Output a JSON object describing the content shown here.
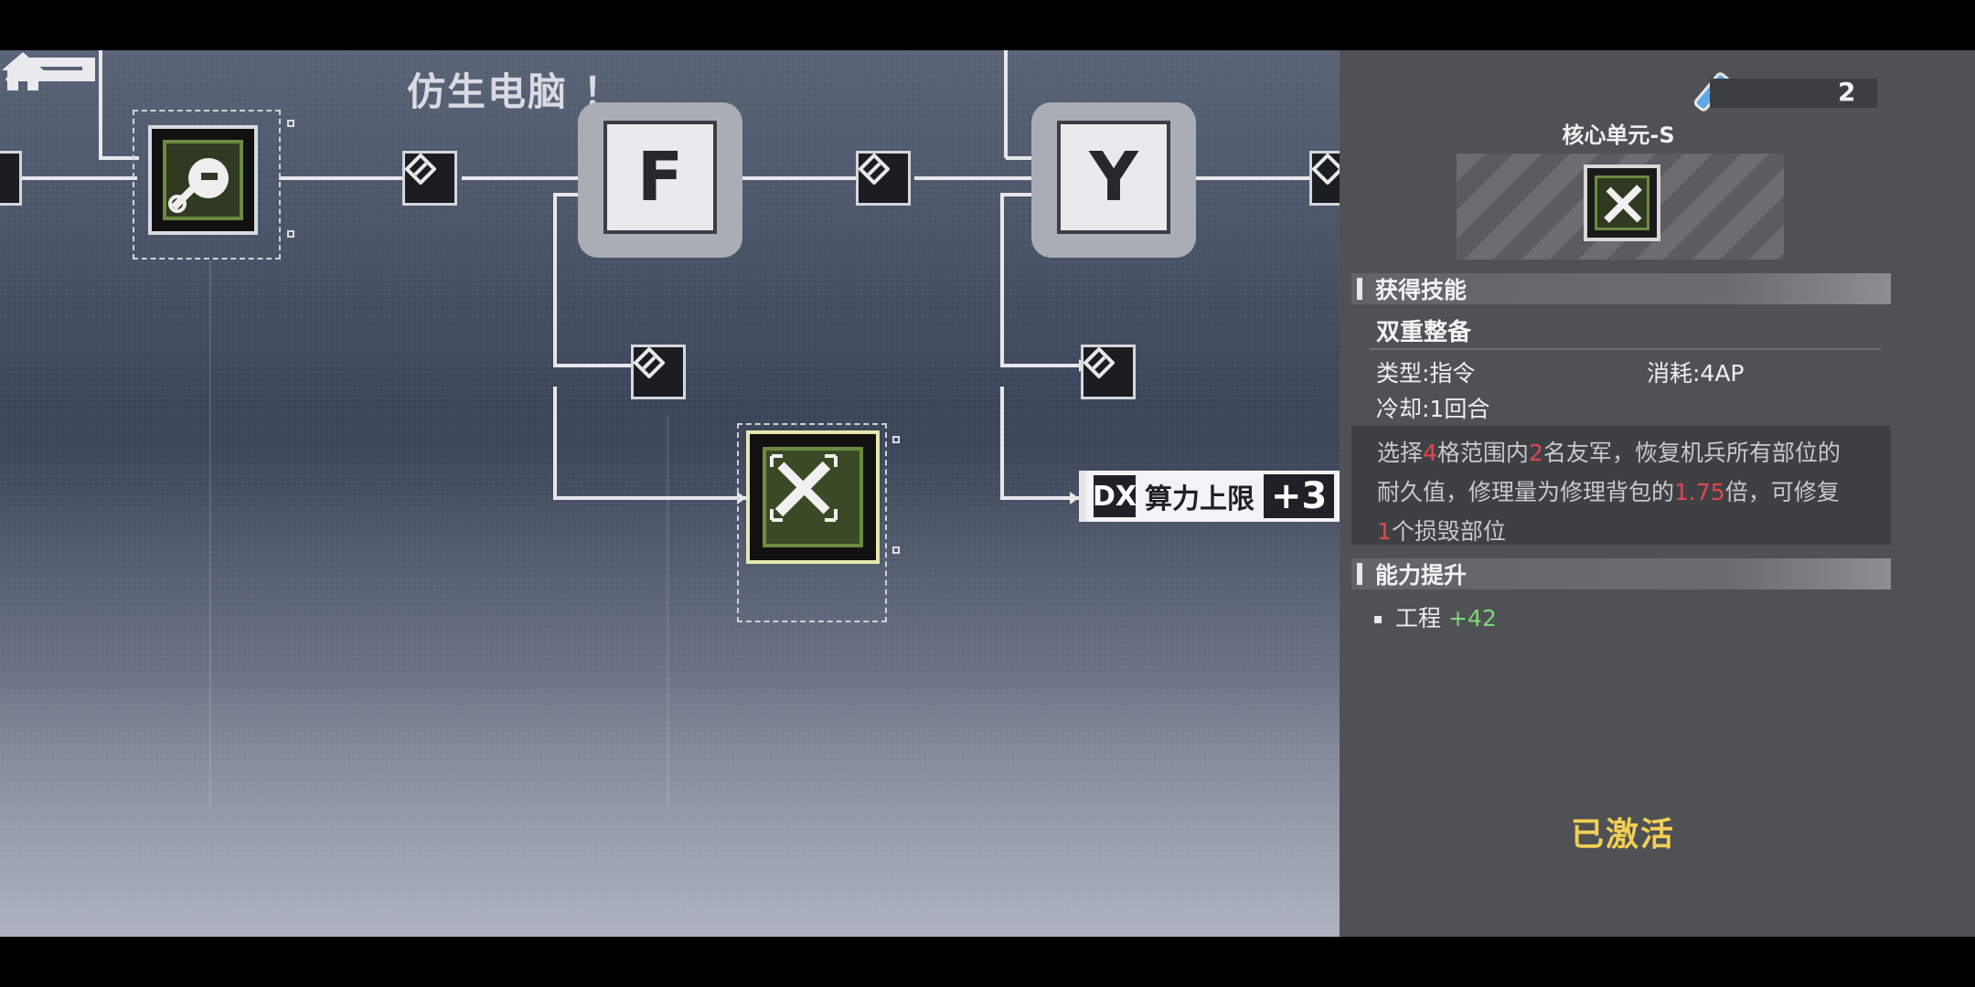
{
  "header": {
    "title": "仿生电脑 ！"
  },
  "tree": {
    "frame_nodes": [
      {
        "glyph": "F"
      },
      {
        "glyph": "Y"
      }
    ],
    "compute_tag": {
      "icon_text": "DX",
      "label": "算力上限",
      "bonus": "+3"
    }
  },
  "panel": {
    "resource_count": "2",
    "unit_name": "核心单元-S",
    "section_skill": "获得技能",
    "skill_name": "双重整备",
    "type_label": "类型:指令",
    "cost_label": "消耗:4AP",
    "cooldown_label": "冷却:1回合",
    "description": {
      "p1": "选择",
      "n1": "4",
      "p2": "格范围内",
      "n2": "2",
      "p3": "名友军，恢复机兵所有部位的",
      "p4": "耐久值，修理量为修理背包的",
      "n3": "1.75",
      "p5": "倍，可修复",
      "n4": "1",
      "p6": "个损毁部位"
    },
    "section_ability": "能力提升",
    "ability_name": "工程",
    "ability_value": "+42",
    "status": "已激活",
    "colors": {
      "highlight": "#e0474e",
      "bonus_green": "#7ed67a",
      "activated_gold": "#f2cf54",
      "skill_green": "#6e8a41"
    }
  }
}
